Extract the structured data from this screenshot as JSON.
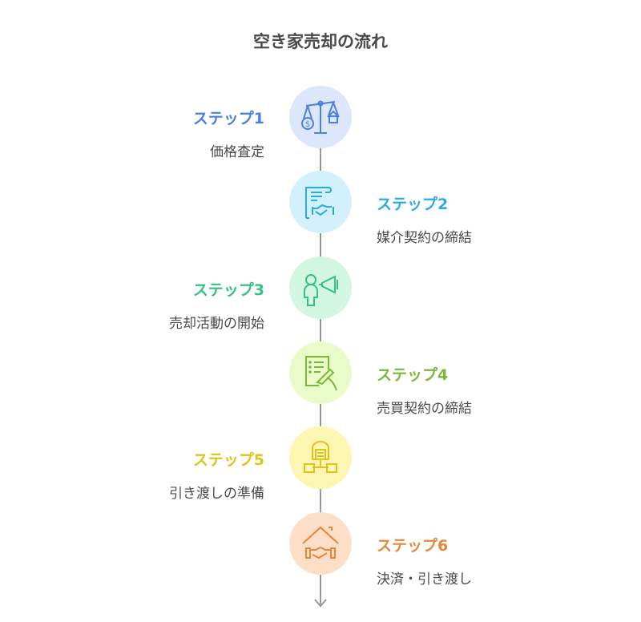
{
  "title": "空き家売却の流れ",
  "steps": [
    {
      "label": "ステップ1",
      "desc": "価格査定",
      "color": "#4b80e3",
      "bg": "#dce7fb",
      "icon": "scale-money-house-icon"
    },
    {
      "label": "ステップ2",
      "desc": "媒介契約の締結",
      "color": "#27ade0",
      "bg": "#d2f1fc",
      "icon": "contract-handshake-icon"
    },
    {
      "label": "ステップ3",
      "desc": "売却活動の開始",
      "color": "#35c184",
      "bg": "#d2f6e2",
      "icon": "person-megaphone-icon"
    },
    {
      "label": "ステップ4",
      "desc": "売買契約の締結",
      "color": "#7bb83a",
      "bg": "#e9fbc9",
      "icon": "document-signing-icon"
    },
    {
      "label": "ステップ5",
      "desc": "引き渡しの準備",
      "color": "#dfc21a",
      "bg": "#fdf6b3",
      "icon": "warehouse-boxes-icon"
    },
    {
      "label": "ステップ6",
      "desc": "決済・引き渡し",
      "color": "#e6873a",
      "bg": "#fddfc7",
      "icon": "house-handshake-icon"
    }
  ]
}
